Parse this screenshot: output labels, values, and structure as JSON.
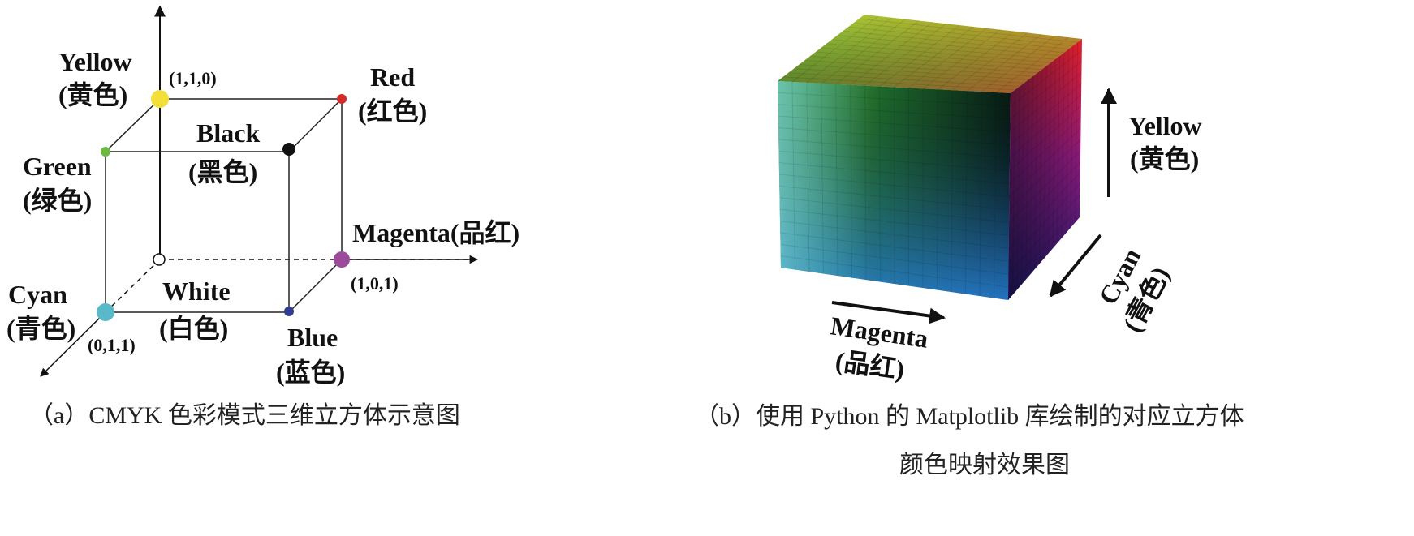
{
  "diagram_a": {
    "labels": {
      "yellow": "Yellow",
      "yellow_cn": "(黄色)",
      "red": "Red",
      "red_cn": "(红色)",
      "green": "Green",
      "green_cn": "(绿色)",
      "black": "Black",
      "black_cn": "(黑色)",
      "magenta": "Magenta(品红)",
      "cyan": "Cyan",
      "cyan_cn": "(青色)",
      "white": "White",
      "white_cn": "(白色)",
      "blue": "Blue",
      "blue_cn": "(蓝色)"
    },
    "coords": {
      "yellow": "(1,1,0)",
      "magenta": "(1,0,1)",
      "cyan": "(0,1,1)"
    },
    "caption": "（a）CMYK 色彩模式三维立方体示意图",
    "colors": {
      "yellow": "#f2df3a",
      "red": "#d62a2a",
      "green": "#6cb843",
      "black": "#111111",
      "magenta": "#9b4b9a",
      "cyan": "#5ab9c9",
      "white": "#ffffff",
      "blue": "#2e3f8f"
    }
  },
  "diagram_b": {
    "labels": {
      "yellow": "Yellow",
      "yellow_cn": "(黄色)",
      "cyan": "Cyan",
      "cyan_cn": "(青色)",
      "magenta": "Magenta",
      "magenta_cn": "(品红)"
    },
    "caption_line1": "（b）使用 Python 的 Matplotlib 库绘制的对应立方体",
    "caption_line2": "颜色映射效果图"
  }
}
